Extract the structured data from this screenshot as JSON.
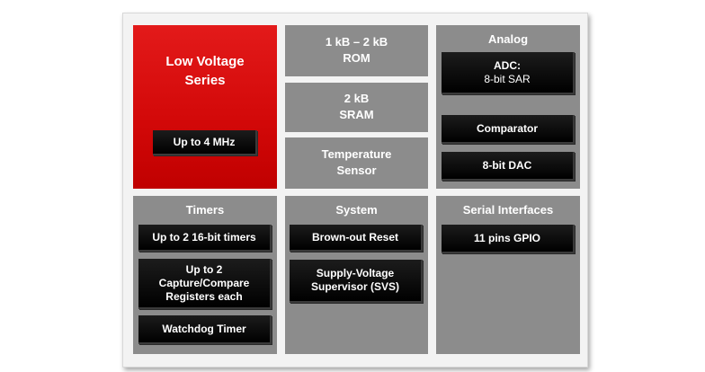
{
  "low_voltage": {
    "title_line1": "Low Voltage",
    "title_line2": "Series",
    "frequency": "Up to 4 MHz"
  },
  "memory": {
    "rom_line1": "1 kB – 2 kB",
    "rom_line2": "ROM",
    "sram_line1": "2 kB",
    "sram_line2": "SRAM",
    "temp_line1": "Temperature",
    "temp_line2": "Sensor"
  },
  "analog": {
    "title": "Analog",
    "adc_line1": "ADC:",
    "adc_line2": "8-bit SAR",
    "comparator": "Comparator",
    "dac": "8-bit DAC"
  },
  "timers": {
    "title": "Timers",
    "item1": "Up to 2 16-bit timers",
    "item2_line1": "Up to 2",
    "item2_line2": "Capture/Compare",
    "item2_line3": "Registers each",
    "item3": "Watchdog Timer"
  },
  "system": {
    "title": "System",
    "item1": "Brown-out Reset",
    "item2_line1": "Supply-Voltage",
    "item2_line2": "Supervisor (SVS)"
  },
  "serial": {
    "title": "Serial Interfaces",
    "item1": "11 pins GPIO"
  },
  "colors": {
    "accent_red": "#d20808",
    "panel_gray": "#8c8c8c",
    "block_black": "#000000"
  }
}
